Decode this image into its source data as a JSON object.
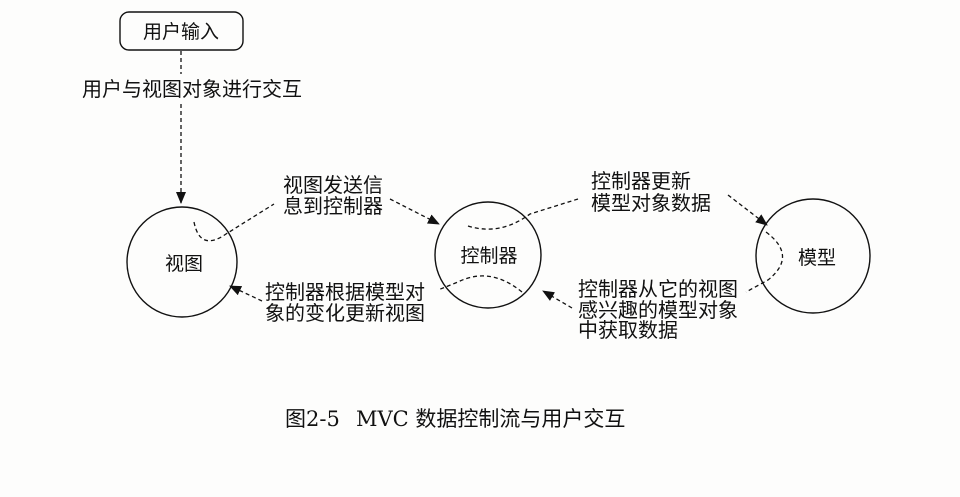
{
  "nodes": {
    "user_input": "用户输入",
    "view": "视图",
    "controller": "控制器",
    "model": "模型"
  },
  "edges": {
    "user_to_view": [
      "用户与视图对象进行交互"
    ],
    "view_to_controller": [
      "视图发送信",
      "息到控制器"
    ],
    "controller_to_model": [
      "控制器更新",
      "模型对象数据"
    ],
    "controller_to_view": [
      "控制器根据模型对",
      "象的变化更新视图"
    ],
    "model_to_controller": [
      "控制器从它的视图",
      "感兴趣的模型对象",
      "中获取数据"
    ]
  },
  "caption": {
    "figure_number": "图2-5",
    "title": "MVC 数据控制流与用户交互"
  }
}
